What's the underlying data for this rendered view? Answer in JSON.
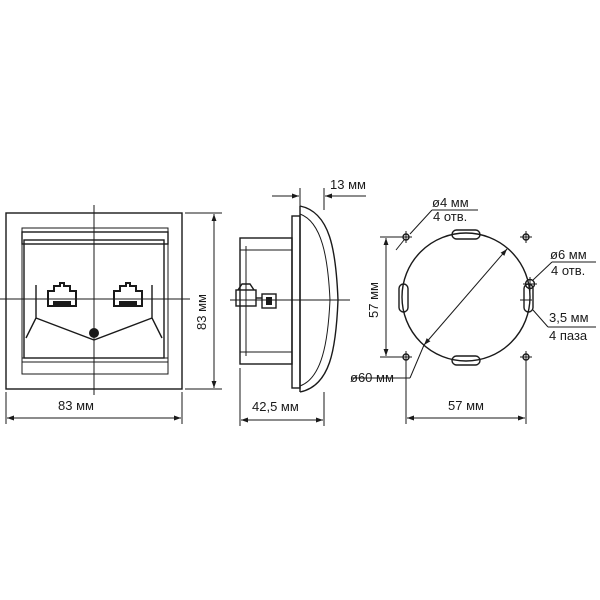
{
  "front_view": {
    "width_label": "83 мм",
    "height_label": "83 мм"
  },
  "side_view": {
    "depth_label": "42,5 мм",
    "frame_label": "13 мм"
  },
  "mount_view": {
    "small_hole_diameter": "ø4 мм",
    "small_hole_count": "4 отв.",
    "large_hole_diameter": "ø6 мм",
    "large_hole_count": "4 отв.",
    "slot_width": "3,5 мм",
    "slot_count": "4 паза",
    "plate_diameter": "ø60 мм",
    "hole_spacing_vertical": "57 мм",
    "hole_spacing_horizontal": "57 мм"
  }
}
